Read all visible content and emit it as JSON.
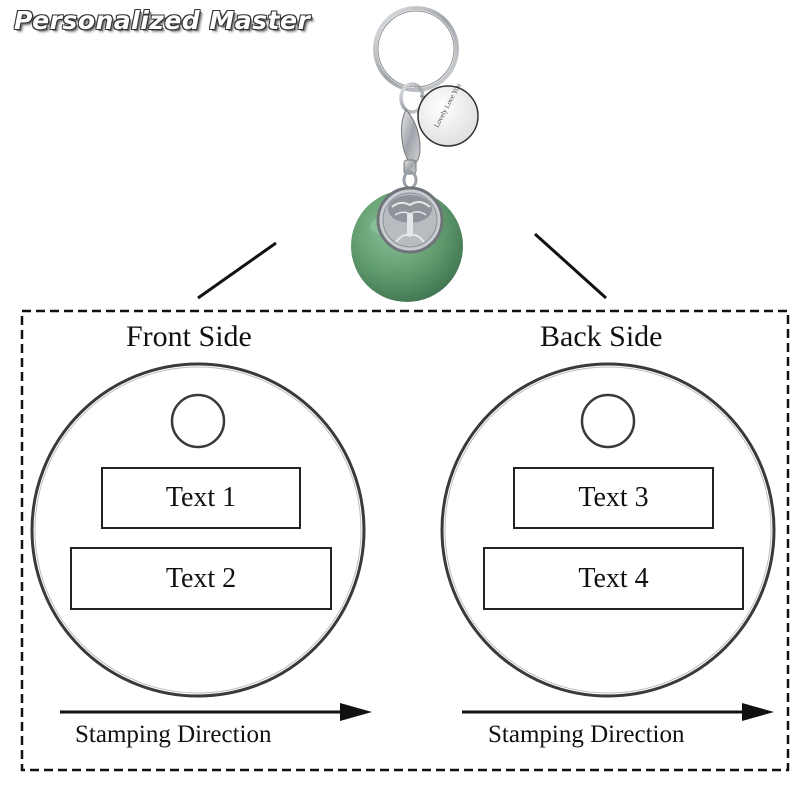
{
  "brand": {
    "name": "Personalized Master"
  },
  "keychain": {
    "tag_engraving": "Lovely Love You"
  },
  "front": {
    "title": "Front Side",
    "text_lines": [
      "Text 1",
      "Text 2"
    ],
    "direction_label": "Stamping Direction"
  },
  "back": {
    "title": "Back Side",
    "text_lines": [
      "Text 3",
      "Text 4"
    ],
    "direction_label": "Stamping Direction"
  },
  "colors": {
    "pendant_stone": "#5f9a6c",
    "metal": "#a9adb2",
    "tag_fill": "#ececec",
    "outline": "#222222"
  }
}
